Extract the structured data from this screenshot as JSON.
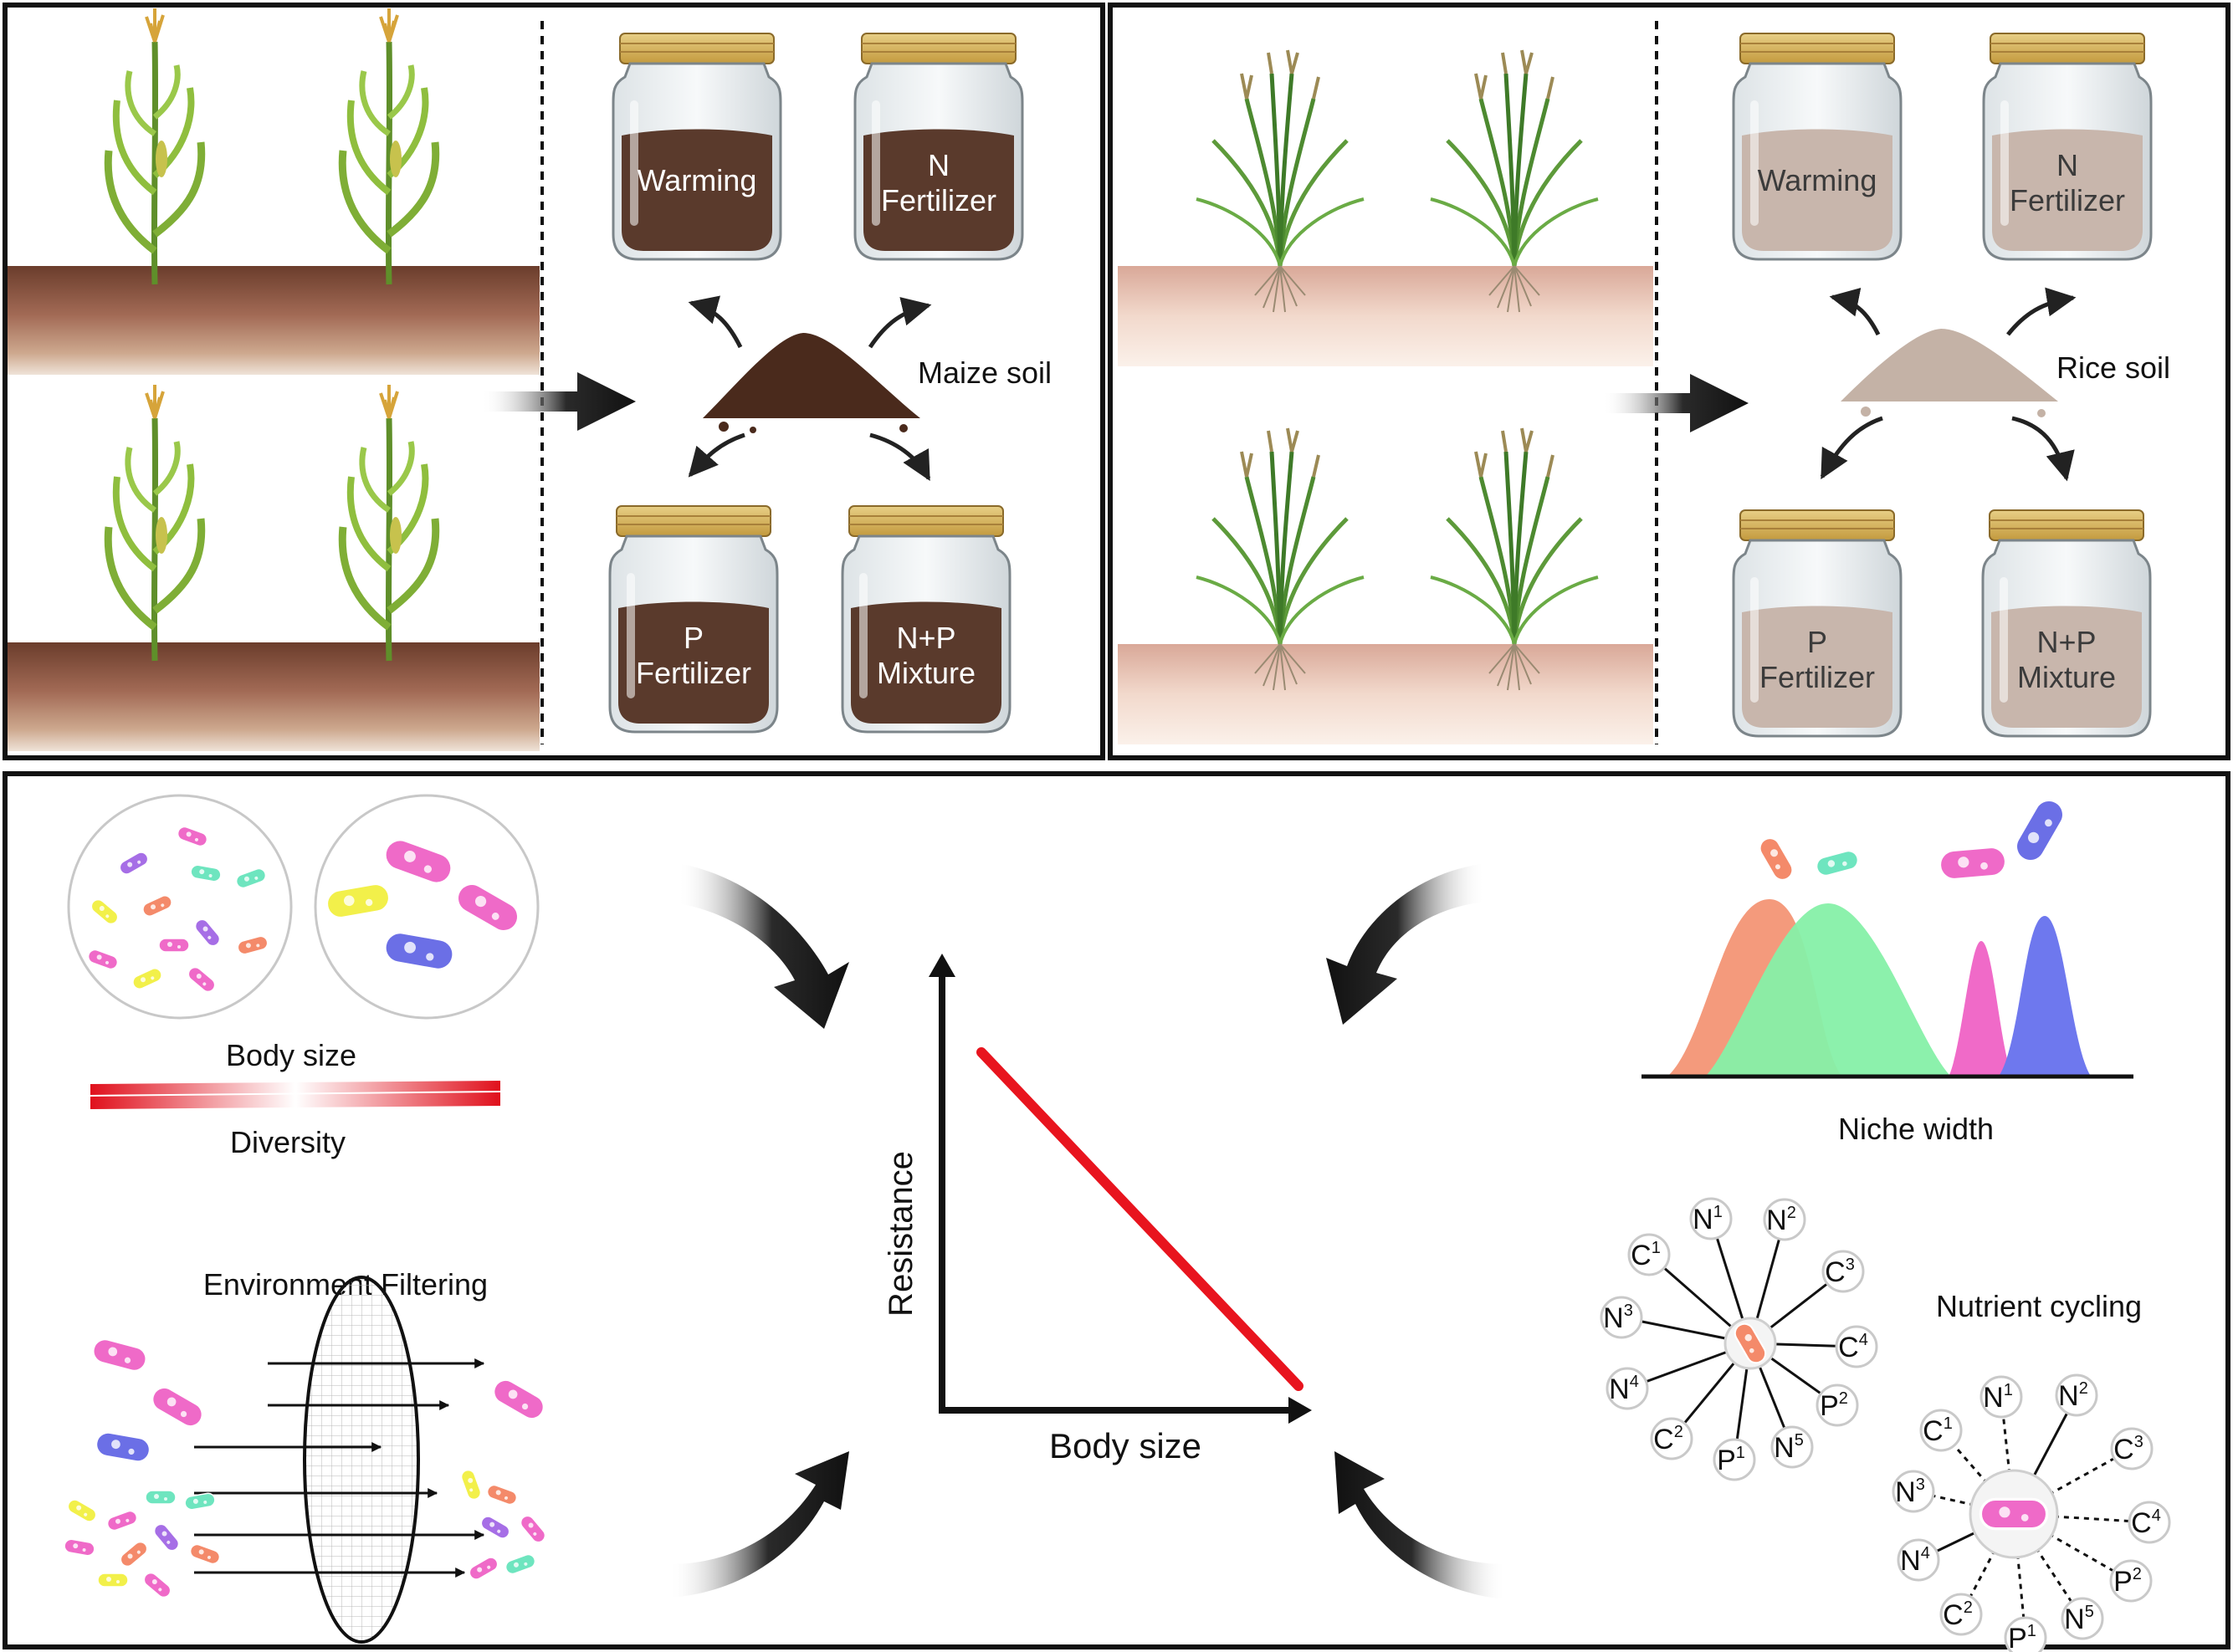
{
  "top_left": {
    "soil_label": "Maize soil",
    "jars": [
      {
        "lines": [
          "Warming"
        ]
      },
      {
        "lines": [
          "N",
          "Fertilizer"
        ]
      },
      {
        "lines": [
          "P",
          "Fertilizer"
        ]
      },
      {
        "lines": [
          "N+P",
          "Mixture"
        ]
      }
    ]
  },
  "top_right": {
    "soil_label": "Rice soil",
    "jars": [
      {
        "lines": [
          "Warming"
        ]
      },
      {
        "lines": [
          "N",
          "Fertilizer"
        ]
      },
      {
        "lines": [
          "P",
          "Fertilizer"
        ]
      },
      {
        "lines": [
          "N+P",
          "Mixture"
        ]
      }
    ]
  },
  "bottom": {
    "body_size_label": "Body size",
    "diversity_label": "Diversity",
    "env_filter_label": "Environment Filtering",
    "axis_y_label": "Resistance",
    "axis_x_label": "Body size",
    "niche_label": "Niche width",
    "nutrient_label": "Nutrient cycling",
    "network1_nodes": [
      {
        "b": "C",
        "s": "1"
      },
      {
        "b": "N",
        "s": "1"
      },
      {
        "b": "N",
        "s": "2"
      },
      {
        "b": "C",
        "s": "3"
      },
      {
        "b": "C",
        "s": "4"
      },
      {
        "b": "P",
        "s": "2"
      },
      {
        "b": "N",
        "s": "5"
      },
      {
        "b": "P",
        "s": "1"
      },
      {
        "b": "C",
        "s": "2"
      },
      {
        "b": "N",
        "s": "4"
      },
      {
        "b": "N",
        "s": "3"
      }
    ],
    "network2_nodes": [
      {
        "b": "C",
        "s": "1"
      },
      {
        "b": "N",
        "s": "1"
      },
      {
        "b": "N",
        "s": "2"
      },
      {
        "b": "C",
        "s": "3"
      },
      {
        "b": "C",
        "s": "4"
      },
      {
        "b": "P",
        "s": "2"
      },
      {
        "b": "N",
        "s": "5"
      },
      {
        "b": "P",
        "s": "1"
      },
      {
        "b": "C",
        "s": "2"
      },
      {
        "b": "N",
        "s": "4"
      },
      {
        "b": "N",
        "s": "3"
      }
    ]
  },
  "colors": {
    "maize_soil": "#5a3a2c",
    "rice_soil": "#c8b6ac",
    "resistance_line": "#e8141e",
    "gradient_red": "#e0101c"
  }
}
